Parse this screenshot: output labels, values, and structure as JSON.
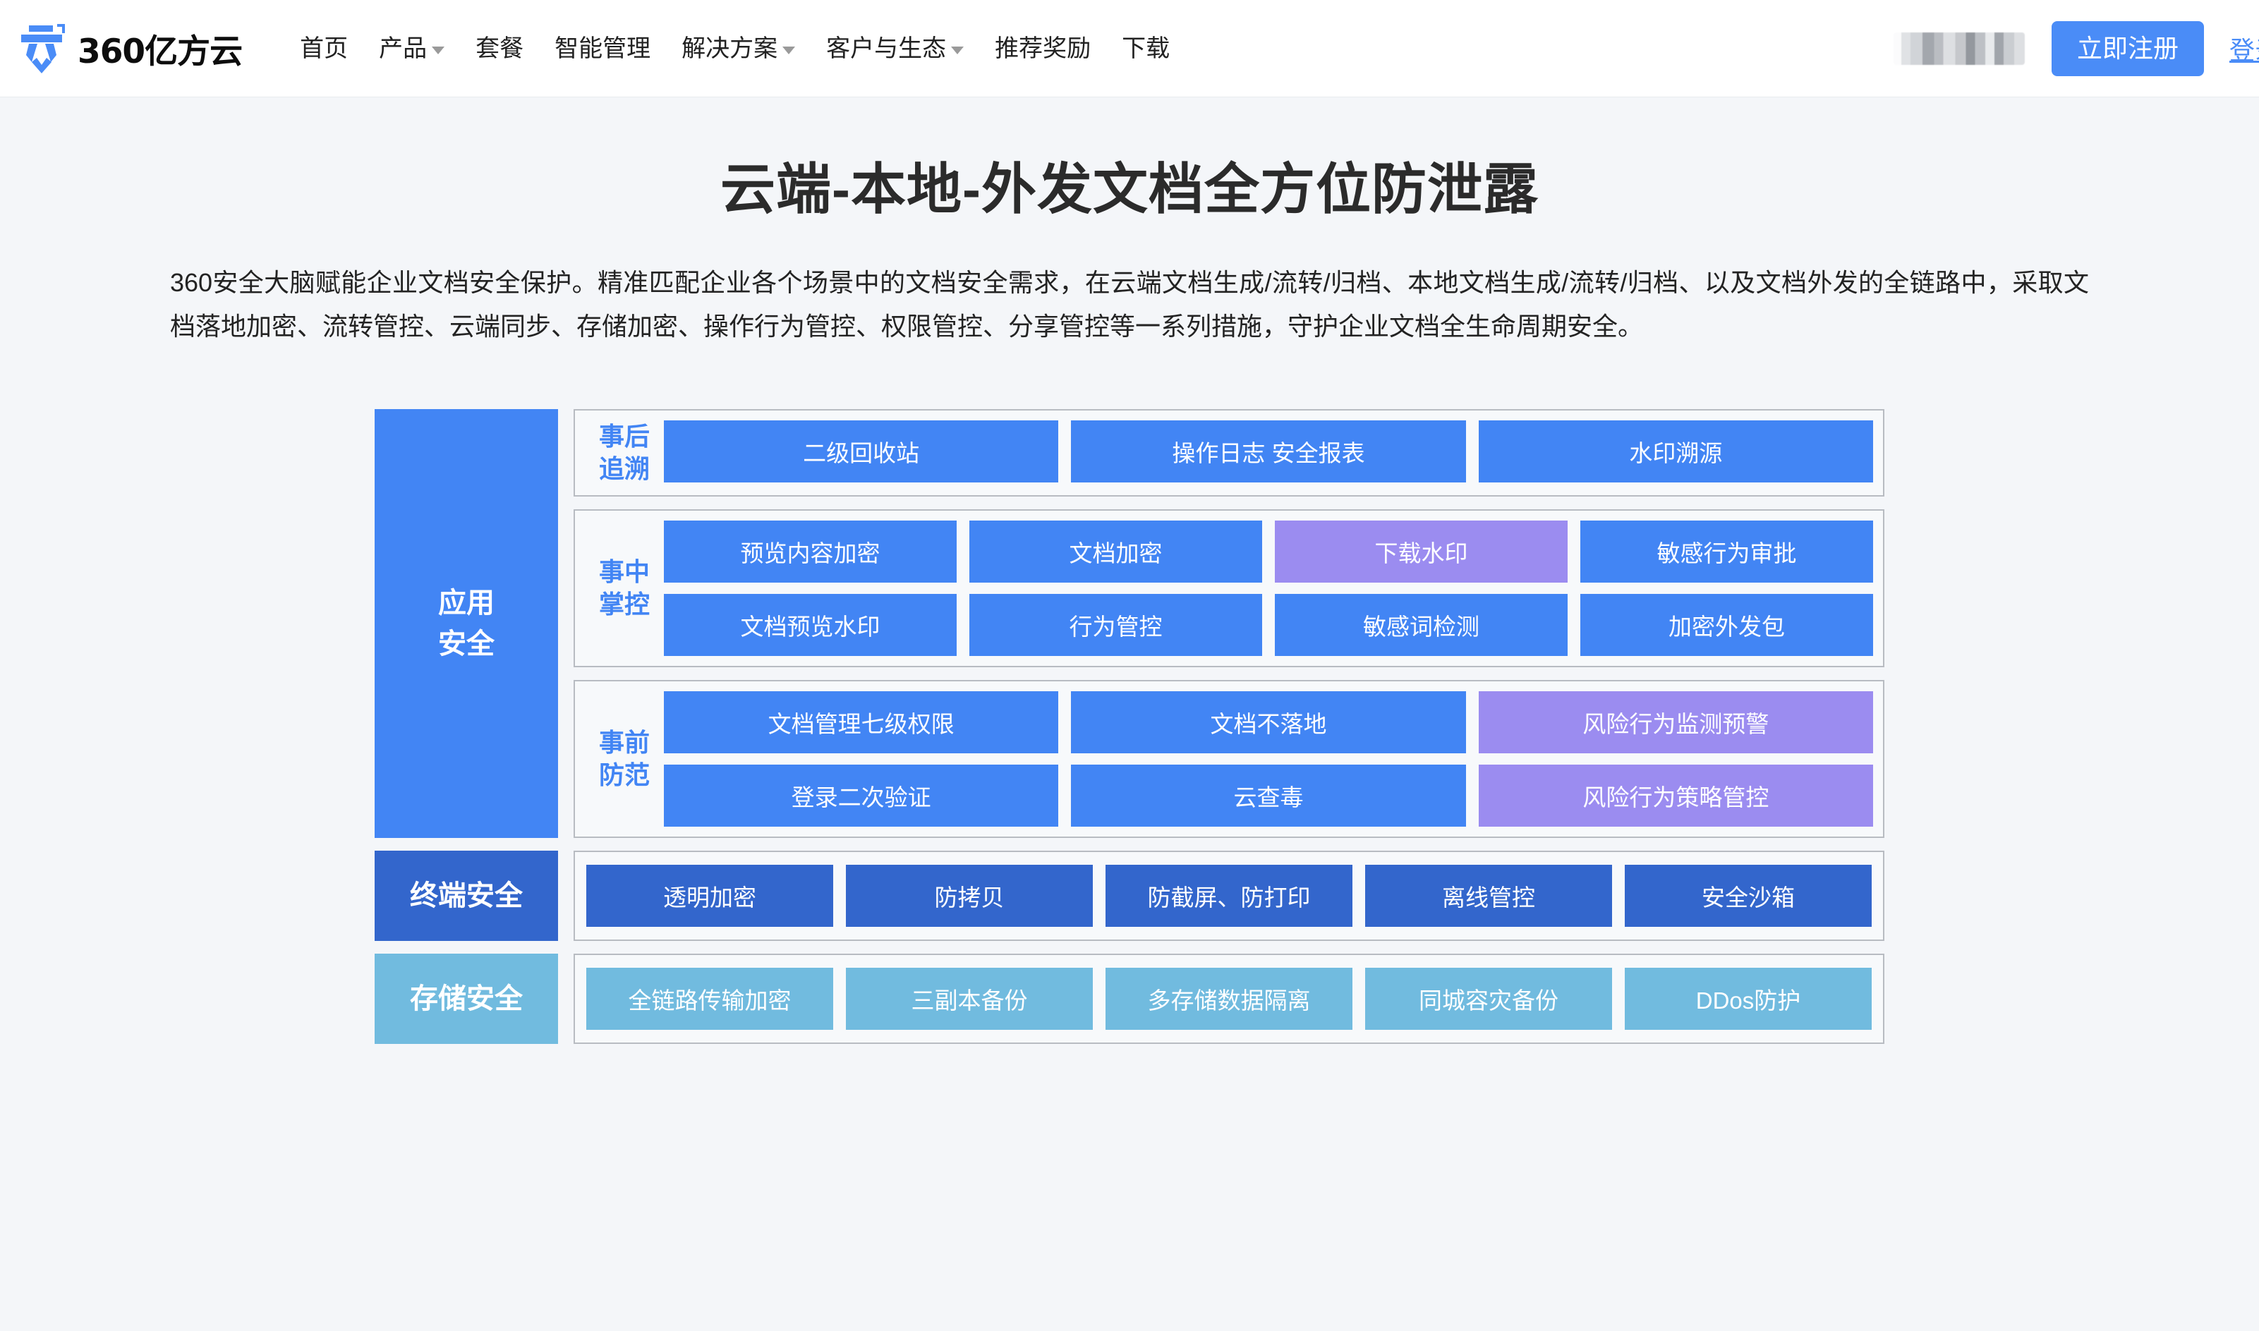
{
  "header": {
    "logo_word": "360亿方云",
    "logo_icon": "yifangyun-logo-icon",
    "nav": [
      {
        "label": "首页",
        "has_caret": false
      },
      {
        "label": "产品",
        "has_caret": true
      },
      {
        "label": "套餐",
        "has_caret": false
      },
      {
        "label": "智能管理",
        "has_caret": false
      },
      {
        "label": "解决方案",
        "has_caret": true
      },
      {
        "label": "客户与生态",
        "has_caret": true
      },
      {
        "label": "推荐奖励",
        "has_caret": false
      },
      {
        "label": "下载",
        "has_caret": false
      }
    ],
    "register_label": "立即注册",
    "login_label": "登录",
    "accent_color": "#4a8cf7"
  },
  "hero": {
    "title": "云端-本地-外发文档全方位防泄露",
    "description": "360安全大脑赋能企业文档安全保护。精准匹配企业各个场景中的文档安全需求，在云端文档生成/流转/归档、本地文档生成/流转/归档、以及文档外发的全链路中，采取文档落地加密、流转管控、云端同步、存储加密、操作行为管控、权限管控、分享管控等一系列措施，守护企业文档全生命周期安全。"
  },
  "diagram": {
    "colors": {
      "blue": "#4285f4",
      "purple": "#9b8cf0",
      "dark_blue": "#3366cc",
      "light_blue": "#71bbdf"
    },
    "bands": [
      {
        "label": "应用\n安全",
        "label_style": "app",
        "groups": [
          {
            "label": "事后\n追溯",
            "rows": [
              [
                {
                  "text": "二级回收站",
                  "color": "blue"
                },
                {
                  "text": "操作日志  安全报表",
                  "color": "blue"
                },
                {
                  "text": "水印溯源",
                  "color": "blue"
                }
              ]
            ]
          },
          {
            "label": "事中\n掌控",
            "rows": [
              [
                {
                  "text": "预览内容加密",
                  "color": "blue"
                },
                {
                  "text": "文档加密",
                  "color": "blue"
                },
                {
                  "text": "下载水印",
                  "color": "purple"
                },
                {
                  "text": "敏感行为审批",
                  "color": "blue"
                }
              ],
              [
                {
                  "text": "文档预览水印",
                  "color": "blue"
                },
                {
                  "text": "行为管控",
                  "color": "blue"
                },
                {
                  "text": "敏感词检测",
                  "color": "blue"
                },
                {
                  "text": "加密外发包",
                  "color": "blue"
                }
              ]
            ]
          },
          {
            "label": "事前\n防范",
            "rows": [
              [
                {
                  "text": "文档管理七级权限",
                  "color": "blue"
                },
                {
                  "text": "文档不落地",
                  "color": "blue"
                },
                {
                  "text": "风险行为监测预警",
                  "color": "purple"
                }
              ],
              [
                {
                  "text": "登录二次验证",
                  "color": "blue"
                },
                {
                  "text": "云查毒",
                  "color": "blue"
                },
                {
                  "text": "风险行为策略管控",
                  "color": "purple"
                }
              ]
            ]
          }
        ]
      },
      {
        "label": "终端安全",
        "label_style": "term",
        "groups": [
          {
            "label": "",
            "rows": [
              [
                {
                  "text": "透明加密",
                  "color": "darkblue"
                },
                {
                  "text": "防拷贝",
                  "color": "darkblue"
                },
                {
                  "text": "防截屏、防打印",
                  "color": "darkblue"
                },
                {
                  "text": "离线管控",
                  "color": "darkblue"
                },
                {
                  "text": "安全沙箱",
                  "color": "darkblue"
                }
              ]
            ]
          }
        ]
      },
      {
        "label": "存储安全",
        "label_style": "store",
        "groups": [
          {
            "label": "",
            "rows": [
              [
                {
                  "text": "全链路传输加密",
                  "color": "lightblue"
                },
                {
                  "text": "三副本备份",
                  "color": "lightblue"
                },
                {
                  "text": "多存储数据隔离",
                  "color": "lightblue"
                },
                {
                  "text": "同城容灾备份",
                  "color": "lightblue"
                },
                {
                  "text": "DDos防护",
                  "color": "lightblue"
                }
              ]
            ]
          }
        ]
      }
    ]
  }
}
